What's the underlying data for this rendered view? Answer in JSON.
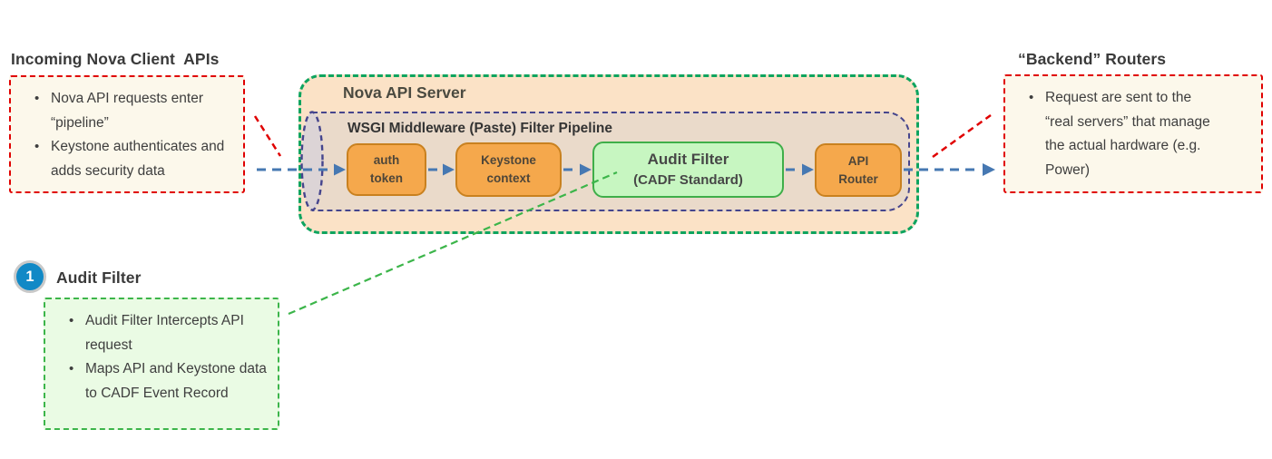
{
  "colors": {
    "annotation_red_border": "#E00000",
    "annotation_cream_bg": "#FCF8EB",
    "server_green_border": "#0EA45F",
    "server_peach_bg": "#FBE2C6",
    "pipeline_purple_border": "#45458D",
    "pipeline_tan_bg": "#EADACA",
    "stage_orange_bg": "#F5A84C",
    "stage_orange_border": "#C9811F",
    "audit_green_bg": "#C7F6C1",
    "audit_green_border": "#3FAE49",
    "callout_green_bg": "#EAFBE4",
    "callout_green_border": "#3CB54A",
    "flow_arrow_blue": "#4678B2",
    "badge_blue": "#1189C6"
  },
  "left_note": {
    "heading": "Incoming Nova Client  APIs",
    "bullets": [
      "Nova API requests enter “pipeline”",
      "Keystone authenticates and adds security data"
    ]
  },
  "server": {
    "title": "Nova API Server",
    "pipeline": {
      "title": "WSGI Middleware (Paste) Filter Pipeline",
      "stages": [
        {
          "line1": "auth",
          "line2": "token"
        },
        {
          "line1": "Keystone",
          "line2": "context"
        },
        {
          "line1": "Audit Filter",
          "line2": "(CADF Standard)"
        },
        {
          "line1": "API",
          "line2": "Router"
        }
      ]
    }
  },
  "backend_note": {
    "heading": "“Backend” Routers",
    "bullets": [
      "Request are sent to the “real servers” that manage the actual hardware (e.g. Power)"
    ]
  },
  "callout": {
    "badge": "1",
    "heading": "Audit Filter",
    "bullets": [
      "Audit Filter Intercepts API request",
      "Maps API and Keystone data to CADF Event Record"
    ]
  }
}
